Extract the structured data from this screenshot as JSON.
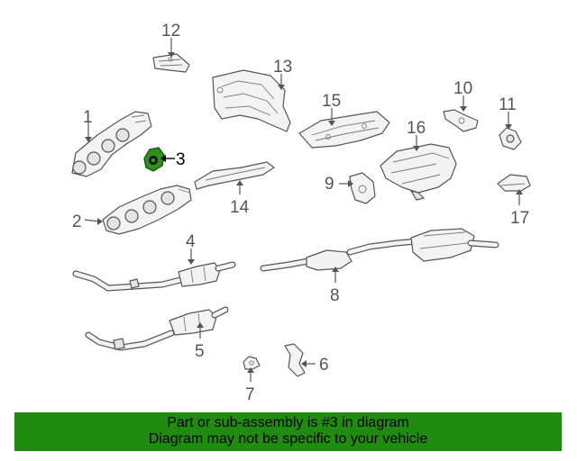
{
  "diagram": {
    "callouts": [
      {
        "id": "1",
        "label": "1"
      },
      {
        "id": "2",
        "label": "2"
      },
      {
        "id": "3",
        "label": "3"
      },
      {
        "id": "4",
        "label": "4"
      },
      {
        "id": "5",
        "label": "5"
      },
      {
        "id": "6",
        "label": "6"
      },
      {
        "id": "7",
        "label": "7"
      },
      {
        "id": "8",
        "label": "8"
      },
      {
        "id": "9",
        "label": "9"
      },
      {
        "id": "10",
        "label": "10"
      },
      {
        "id": "11",
        "label": "11"
      },
      {
        "id": "12",
        "label": "12"
      },
      {
        "id": "13",
        "label": "13"
      },
      {
        "id": "14",
        "label": "14"
      },
      {
        "id": "15",
        "label": "15"
      },
      {
        "id": "16",
        "label": "16"
      },
      {
        "id": "17",
        "label": "17"
      }
    ],
    "highlighted_part": "3",
    "highlight_color": "#2f8f1f",
    "line_color": "#555555"
  },
  "banner": {
    "line1": "Part or sub-assembly is #3 in diagram",
    "line2": "Diagram may not be specific to your vehicle",
    "background_color": "#218a10"
  }
}
